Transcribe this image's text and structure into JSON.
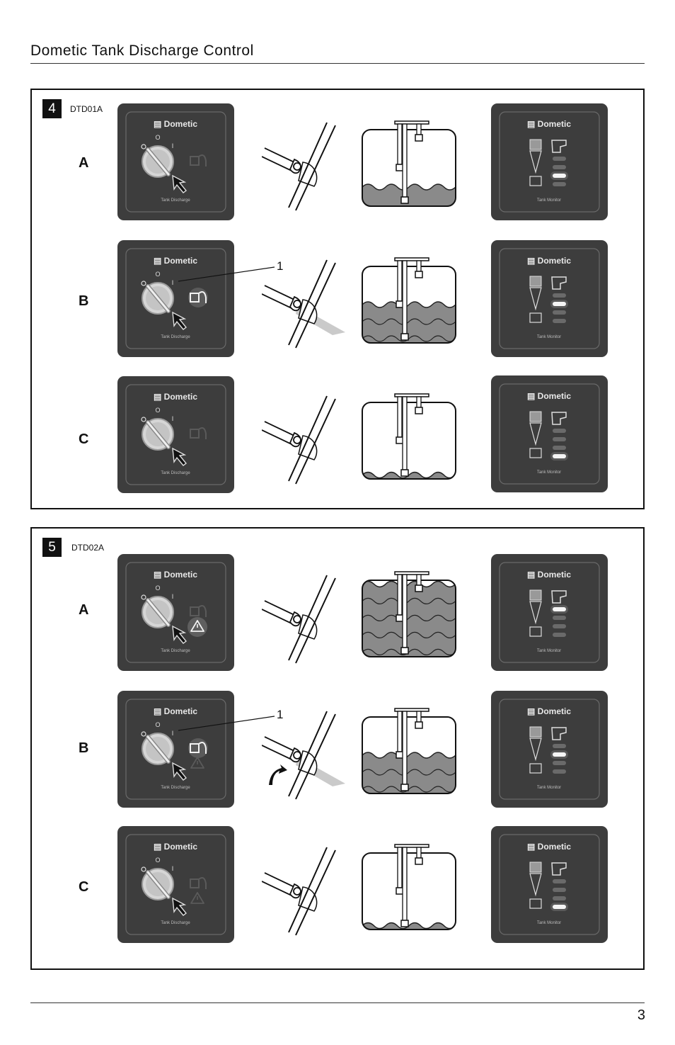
{
  "header": {
    "title": "Dometic Tank Discharge Control"
  },
  "figures": [
    {
      "number": "4",
      "code": "DTD01A",
      "rows": [
        {
          "label": "A",
          "water_level": 0.25,
          "panel_icon_lit": false,
          "warning_visible": false,
          "monitor_led_lit": 3,
          "valve_open": false,
          "callout": ""
        },
        {
          "label": "B",
          "water_level": 0.5,
          "panel_icon_lit": true,
          "warning_visible": false,
          "monitor_led_lit": 2,
          "valve_open": true,
          "callout": "1"
        },
        {
          "label": "C",
          "water_level": 0.05,
          "panel_icon_lit": false,
          "warning_visible": false,
          "monitor_led_lit": 4,
          "valve_open": false,
          "callout": ""
        }
      ]
    },
    {
      "number": "5",
      "code": "DTD02A",
      "rows": [
        {
          "label": "A",
          "water_level": 0.95,
          "panel_icon_lit": false,
          "warning_visible": true,
          "warning_lit": true,
          "monitor_led_lit": 1,
          "valve_open": false,
          "callout": ""
        },
        {
          "label": "B",
          "water_level": 0.5,
          "panel_icon_lit": true,
          "warning_visible": true,
          "warning_lit": false,
          "monitor_led_lit": 2,
          "valve_open": true,
          "callout": "1"
        },
        {
          "label": "C",
          "water_level": 0.05,
          "panel_icon_lit": false,
          "warning_visible": true,
          "warning_lit": false,
          "monitor_led_lit": 4,
          "valve_open": false,
          "callout": ""
        }
      ]
    }
  ],
  "panel_text": {
    "brand": "Dometic",
    "discharge_caption": "Tank Discharge",
    "monitor_caption": "Tank Monitor",
    "switch_off": "O",
    "switch_on": "I"
  },
  "colors": {
    "panel": "#3d3d3d",
    "panel_border": "#6a6a6a",
    "water": "#8a8a8a",
    "led_off": "#6a6a6a",
    "led_on": "#f4f4f4"
  },
  "footer": {
    "page_number": "3"
  }
}
